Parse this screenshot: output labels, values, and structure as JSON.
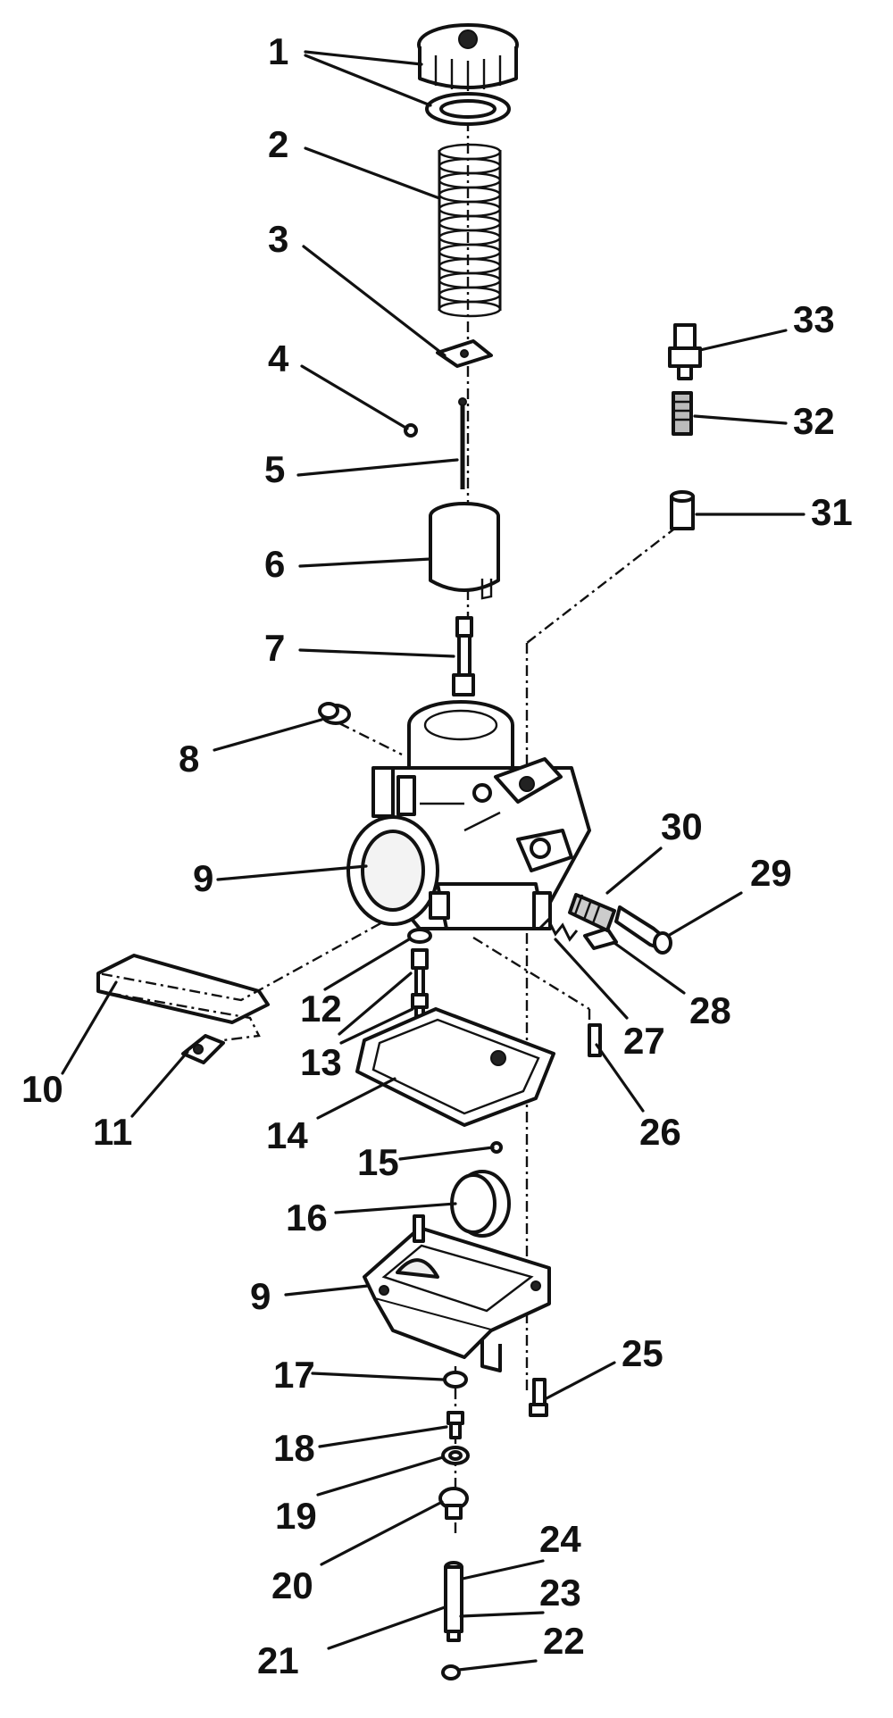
{
  "diagram": {
    "labels": [
      "1",
      "2",
      "3",
      "4",
      "5",
      "6",
      "7",
      "8",
      "9",
      "10",
      "11",
      "12",
      "13",
      "14",
      "15",
      "16",
      "9",
      "17",
      "18",
      "19",
      "20",
      "21",
      "22",
      "23",
      "24",
      "25",
      "26",
      "27",
      "28",
      "29",
      "30",
      "31",
      "32",
      "33"
    ]
  }
}
